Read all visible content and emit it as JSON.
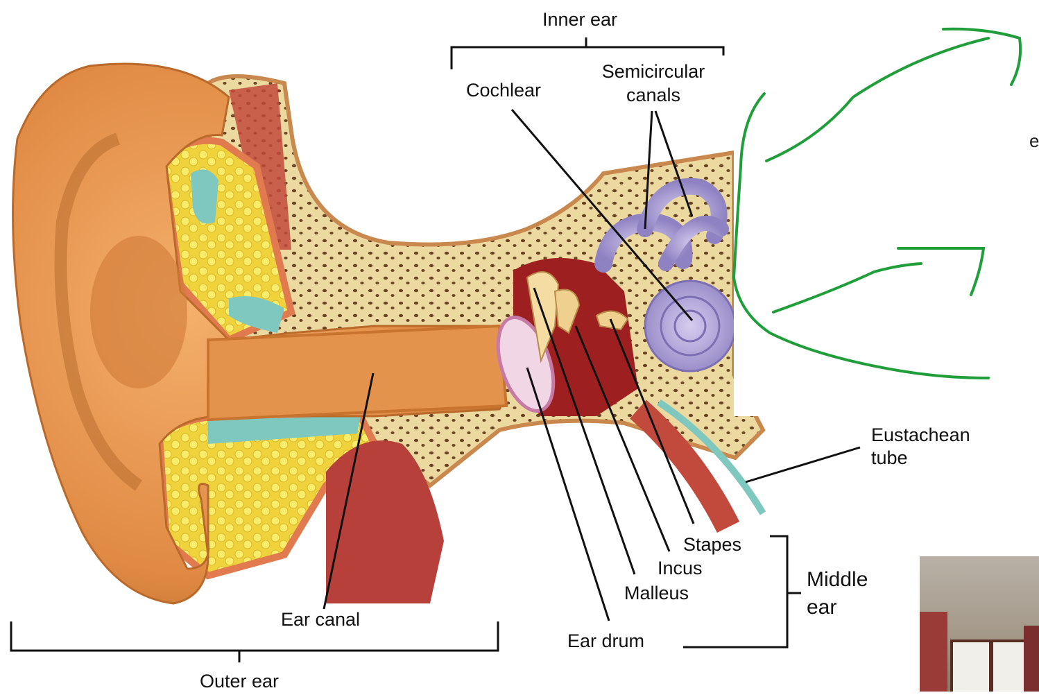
{
  "labels": {
    "inner_ear": "Inner ear",
    "cochlear": "Cochlear",
    "semicircular_1": "Semicircular",
    "semicircular_2": "canals",
    "eustachian_1": "Eustachean",
    "eustachian_2": "tube",
    "stapes": "Stapes",
    "incus": "Incus",
    "malleus": "Malleus",
    "middle_ear_1": "Middle",
    "middle_ear_2": "ear",
    "ear_canal": "Ear canal",
    "ear_drum": "Ear drum",
    "outer_ear": "Outer ear",
    "clipped_letter": "e"
  },
  "colors": {
    "skin": "#e69a55",
    "skin_dark": "#c8742f",
    "bone": "#ecd9a0",
    "bone_spots": "#6b4424",
    "fat": "#f2df4a",
    "cochlea": "#a79ad3",
    "muscle": "#b93a32",
    "cartilage_blue": "#7ec8c0",
    "annotation_green": "#1f9e3a",
    "leader_line": "#111111"
  }
}
